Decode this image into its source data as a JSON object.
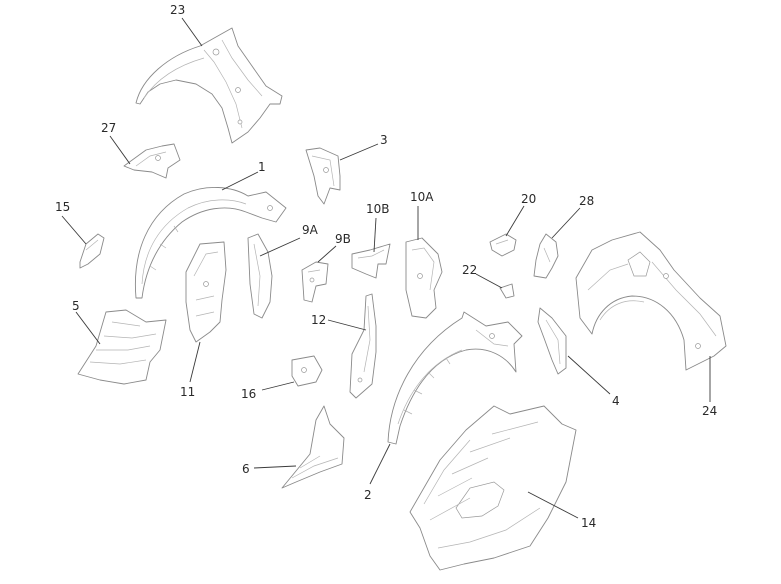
{
  "callouts": {
    "c1": "1",
    "c2": "2",
    "c3": "3",
    "c4": "4",
    "c5": "5",
    "c6": "6",
    "c9a": "9A",
    "c9b": "9B",
    "c10a": "10A",
    "c10b": "10B",
    "c11": "11",
    "c12": "12",
    "c14": "14",
    "c15": "15",
    "c16": "16",
    "c20": "20",
    "c22": "22",
    "c23": "23",
    "c24": "24",
    "c27": "27",
    "c28": "28"
  },
  "colors": {
    "outline": "#8a8a8a",
    "leader": "#3a3a3a",
    "text": "#2a2a2a"
  }
}
